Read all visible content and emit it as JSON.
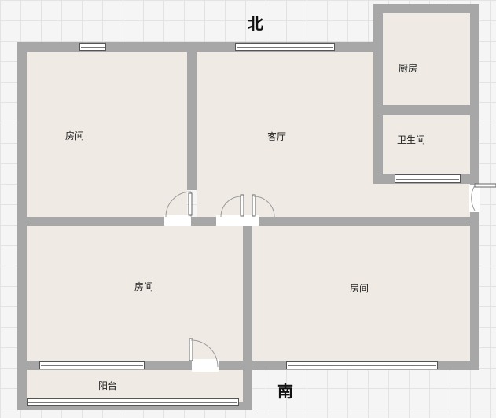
{
  "compass": {
    "north": "北",
    "south": "南"
  },
  "rooms": {
    "bedroom_nw": "房间",
    "living_room": "客厅",
    "kitchen": "厨房",
    "bathroom": "卫生间",
    "bedroom_sw": "房间",
    "bedroom_se": "房间",
    "balcony": "阳台"
  },
  "colors": {
    "wall": "#a7a7a7",
    "floor": "#efebe4",
    "background": "#f5f5f5"
  }
}
